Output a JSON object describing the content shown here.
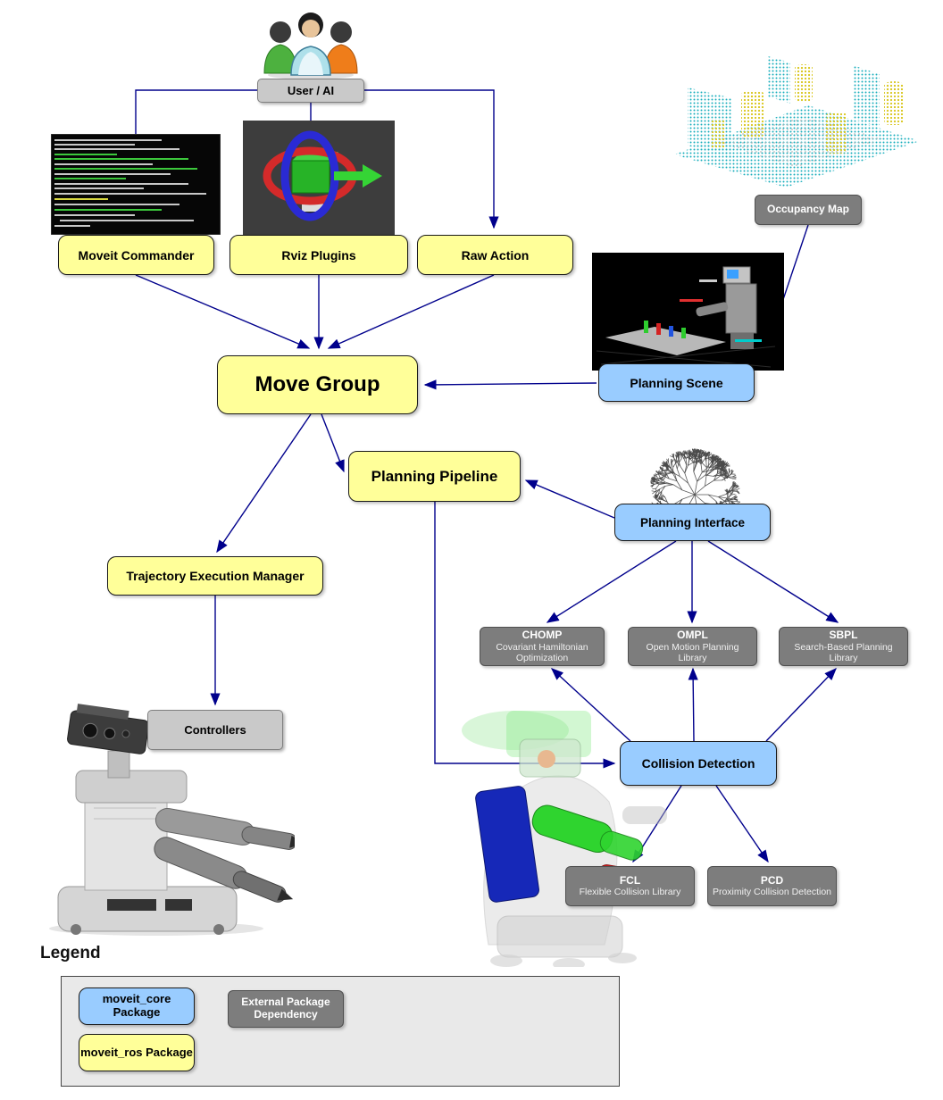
{
  "diagram": {
    "user_ai": "User / AI",
    "moveit_commander": "Moveit Commander",
    "rviz_plugins": "Rviz Plugins",
    "raw_action": "Raw Action",
    "occupancy_map": "Occupancy Map",
    "planning_scene": "Planning Scene",
    "move_group": "Move Group",
    "planning_pipeline": "Planning Pipeline",
    "planning_interface": "Planning Interface",
    "trajectory_execution_manager": "Trajectory Execution Manager",
    "controllers": "Controllers",
    "collision_detection": "Collision Detection",
    "planners": {
      "chomp": {
        "title": "CHOMP",
        "subtitle": "Covariant Hamiltonian Optimization"
      },
      "ompl": {
        "title": "OMPL",
        "subtitle": "Open Motion Planning Library"
      },
      "sbpl": {
        "title": "SBPL",
        "subtitle": "Search-Based Planning Library"
      }
    },
    "collision_libs": {
      "fcl": {
        "title": "FCL",
        "subtitle": "Flexible Collision Library"
      },
      "pcd": {
        "title": "PCD",
        "subtitle": "Proximity Collision Detection"
      }
    }
  },
  "legend": {
    "title": "Legend",
    "moveit_core": "moveit_core Package",
    "external": "External Package Dependency",
    "moveit_ros": "moveit_ros Package"
  },
  "colors": {
    "core_blue": "#99CCFF",
    "ros_yellow": "#FFFF99",
    "external_gray": "#7D7D7D",
    "light_gray": "#C9C9C9",
    "arrow": "#00008C"
  }
}
